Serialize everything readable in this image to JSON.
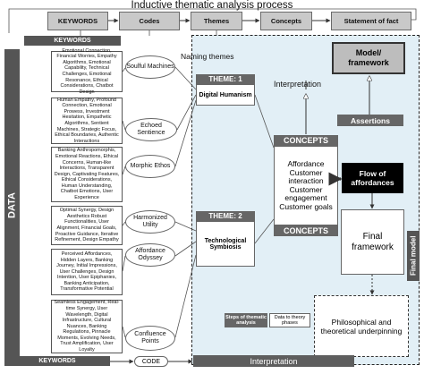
{
  "title": "Inductive thematic analysis process",
  "steps": [
    "KEYWORDS",
    "Codes",
    "Themes",
    "Concepts",
    "Statement of fact"
  ],
  "data_label": "DATA",
  "keywords_header": "KEYWORDS",
  "keywords_footer": "KEYWORDS",
  "code_label": "CODE",
  "naming_themes": "Naming themes",
  "interpretation_top": "Interpretation",
  "interpretation_bottom": "Interpretation",
  "keyword_groups": [
    "Emotional Connection, Financial Worries, Empathy Algorithms, Emotional Capability, Technical Challenges, Emotional Resonance, Ethical Considerations, Chatbot Design",
    "Human Empathy, Profound Connection, Emotional Prowess, Investment Hesitation, Empathetic Algorithms, Sentient Machines, Strategic Focus, Ethical Boundaries, Authentic Interactions",
    "Banking Anthropomorphis, Emotional Reactions, Ethical Concerns, Human-like Interactions, Transparent Design, Captivating Features, Ethical Considerations, Human Understanding, Chatbot Emotions, User Experience",
    "Optimal Synergy, Design Aesthetics Robust Functionalities, User Alignment, Financial Goals, Proactive Guidance, Iterative Refinement, Design Empathy",
    "Perceived Affordances, Hidden Layers, Banking Journey, Initial Impressions, User Challenges, Design Intention, User Epiphanies, Banking Anticipation, Transformative Potential",
    "Seamless Engagement, Real-time Synergy, User Wavelength, Digital Infrastructure, Cultural Nuances, Banking Regulations, Pinnacle Moments, Evolving Needs, Trust Amplification, User Loyalty"
  ],
  "codes": [
    "Soulful Machines",
    "Echoed Sentience",
    "Morphic Ethos",
    "Harmonized Utility",
    "Affordance Odyssey",
    "Confluence Points"
  ],
  "theme1": {
    "header": "THEME: 1",
    "name": "Digital Humanism"
  },
  "theme2": {
    "header": "THEME: 2",
    "name": "Technological Symbiosis"
  },
  "concepts": {
    "header": "CONCEPTS",
    "footer": "CONCEPTS",
    "items": [
      "Affordance",
      "Customer interaction",
      "Customer engagement",
      "Customer goals"
    ]
  },
  "model_framework": "Model/ framework",
  "assertions": "Assertions",
  "flow_of_affordances": "Flow of affordances",
  "final_framework": "Final framework",
  "final_model": "Final model",
  "steps_of_thematic": "Steps of thematic analysis",
  "data_to_theory": "Data to theory phases",
  "philosophical": "Philosophical and theoretical underpinning"
}
